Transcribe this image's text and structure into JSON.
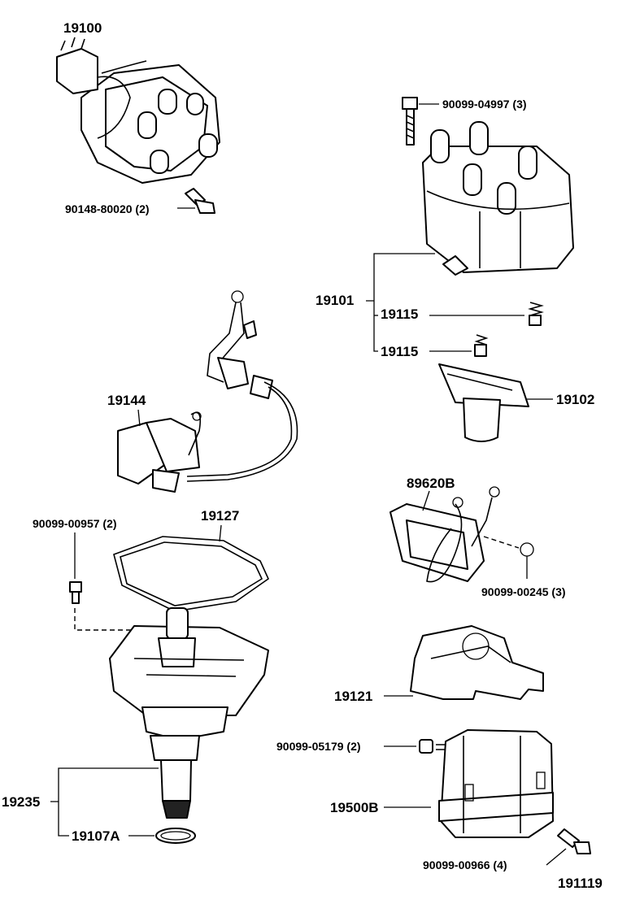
{
  "labels": {
    "distributor_assembly": "19100",
    "distributor_bolt": "90148-80020 (2)",
    "cap_screw": "90099-04997 (3)",
    "distributor_cap": "19101",
    "cap_contact_spring_1": "19115",
    "cap_contact_spring_2": "19115",
    "rotor": "19102",
    "wire_harness": "19144",
    "igniter": "89620B",
    "igniter_screw": "90099-00245 (3)",
    "housing_screw": "90099-00957 (2)",
    "housing_gasket": "19127",
    "dust_cover": "19121",
    "coil_screw_1": "90099-05179 (2)",
    "ignition_coil": "19500B",
    "coil_screw_2": "90099-00966 (4)",
    "housing_assembly": "19235",
    "o_ring": "19107A",
    "diagram_number": "191119"
  }
}
